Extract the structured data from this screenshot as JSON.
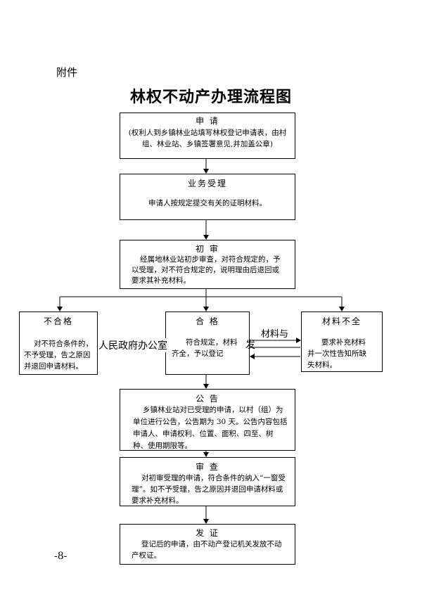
{
  "header": {
    "attachment_label": "附件",
    "title": "林权不动产办理流程图"
  },
  "footer": {
    "page_number": "-8-"
  },
  "steps": {
    "apply": {
      "title": "申  请",
      "body": "(权利人到乡镇林业站填写林权登记申请表，由村组、林业站、乡镇签署意见,并加盖公章)"
    },
    "accept": {
      "title": "业务受理",
      "body": "申请人按规定提交有关的证明材料。"
    },
    "initial_review": {
      "title": "初  审",
      "body": "经属地林业站初步审查，对符合规定的，予以受理，对不符合规定的，说明理由后退回或要求其补充材料。"
    },
    "reject": {
      "title": "不合格",
      "body_lines": [
        "对不符合条件的，",
        "不予受理，告之原因",
        "并退回申请材料。"
      ]
    },
    "qualified": {
      "title": "合  格",
      "body": "符合规定，材料齐全，予以登记"
    },
    "incomplete": {
      "title": "材料不全",
      "body_lines": [
        "要求补充材料",
        "并一次性告知所缺",
        "失材料。"
      ]
    },
    "notice": {
      "title": "公  告",
      "body": "乡镇林业站对已受理的申请，以村（组）为单位进行公告，公告期为 30 天。公告内容包括申请人、申请权利、位置、面积、四至、树种、使用期限等。"
    },
    "examine": {
      "title": "审  查",
      "body": "对初审受理的申请，符合条件的纳入“一窗受理”。如不予受理，告之原因并退回申请材料或要求补充材料。"
    },
    "issue": {
      "title": "发  证",
      "body": "登记后的申请，由不动产登记机关发放不动产权证。"
    }
  },
  "stamp_fragments": {
    "office": "人民政府办公室",
    "tail": "发",
    "top": "材料与"
  }
}
